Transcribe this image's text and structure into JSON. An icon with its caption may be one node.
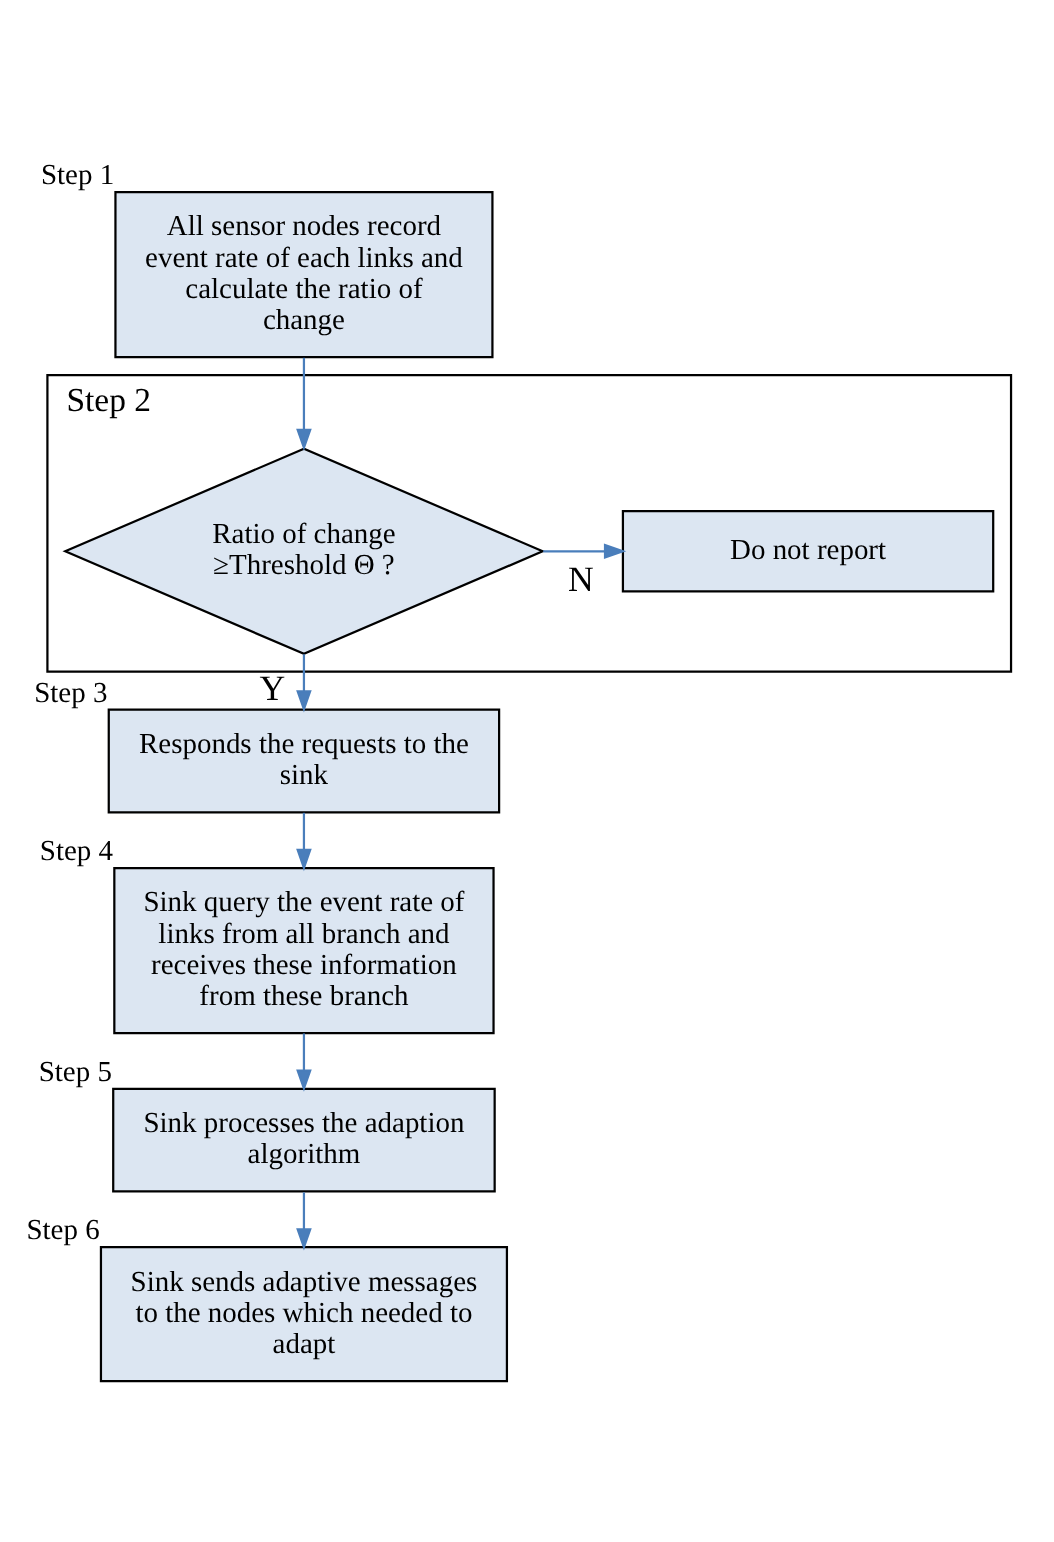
{
  "diagram": {
    "nodes": [
      {
        "text": [
          "All sensor nodes record event rate of each links and calculate the ratio of change"
        ],
        "beside": [
          "Step 1"
        ]
      },
      {
        "text": [
          "Step 2"
        ]
      },
      {
        "text": [
          "Ratio of change ≥Threshold Θ ?"
        ],
        "in": 1
      },
      {
        "text": [
          "Do not report"
        ],
        "in": 1
      },
      {
        "text": [
          "Responds the requests to the sink"
        ],
        "beside": [
          "Step 3"
        ]
      },
      {
        "text": [
          "Sink query the event rate of links from all branch and receives these information from these branch"
        ],
        "beside": [
          "Step 4"
        ]
      },
      {
        "text": [
          "Sink processes the adaption algorithm"
        ],
        "beside": [
          "Step 5"
        ]
      },
      {
        "text": [
          "Sink sends adaptive messages to the nodes which needed to adapt"
        ],
        "beside": [
          "Step 6"
        ]
      }
    ],
    "edges": [
      {
        "from": 0,
        "to": 2,
        "arrow": "to"
      },
      {
        "from": 2,
        "to": 3,
        "arrow": "to",
        "label": "N"
      },
      {
        "from": 2,
        "to": 4,
        "arrow": "to",
        "label": "Y"
      },
      {
        "from": 4,
        "to": 5,
        "arrow": "to"
      },
      {
        "from": 5,
        "to": 6,
        "arrow": "to"
      },
      {
        "from": 6,
        "to": 7,
        "arrow": "to"
      }
    ]
  }
}
